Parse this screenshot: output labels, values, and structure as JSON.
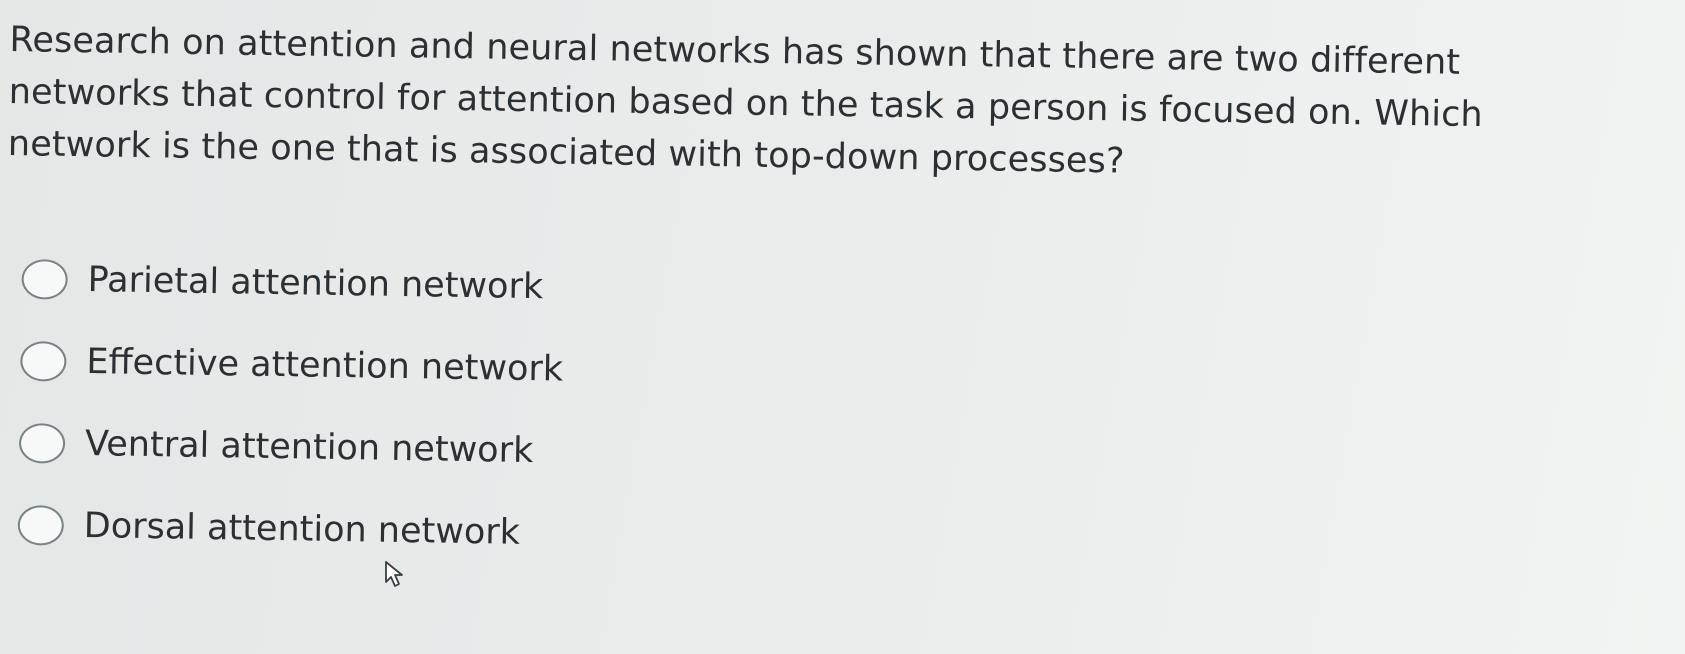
{
  "question": {
    "text": "Research on attention and neural networks has shown that there are two different\nnetworks that control for attention based on the task a person is focused on. Which\nnetwork is the one that is associated with top-down processes?"
  },
  "options": [
    {
      "label": "Parietal attention network",
      "selected": false
    },
    {
      "label": "Effective attention network",
      "selected": false
    },
    {
      "label": "Ventral attention network",
      "selected": false
    },
    {
      "label": "Dorsal attention network",
      "selected": false
    }
  ],
  "cursor": {
    "icon": "mouse-pointer-icon"
  }
}
